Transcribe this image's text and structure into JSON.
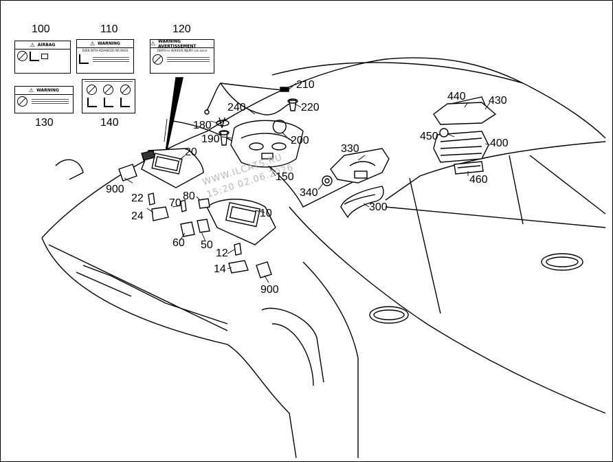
{
  "callouts": [
    {
      "id": "100",
      "label": "100"
    },
    {
      "id": "110",
      "label": "110"
    },
    {
      "id": "120",
      "label": "120"
    },
    {
      "id": "130",
      "label": "130"
    },
    {
      "id": "140",
      "label": "140"
    },
    {
      "id": "210",
      "label": "210"
    },
    {
      "id": "220",
      "label": "220"
    },
    {
      "id": "240",
      "label": "240"
    },
    {
      "id": "180",
      "label": "180"
    },
    {
      "id": "190",
      "label": "190"
    },
    {
      "id": "200",
      "label": "200"
    },
    {
      "id": "20",
      "label": "20"
    },
    {
      "id": "150",
      "label": "150"
    },
    {
      "id": "900a",
      "label": "900"
    },
    {
      "id": "22",
      "label": "22"
    },
    {
      "id": "24",
      "label": "24"
    },
    {
      "id": "70",
      "label": "70"
    },
    {
      "id": "80",
      "label": "80"
    },
    {
      "id": "10",
      "label": "10"
    },
    {
      "id": "60",
      "label": "60"
    },
    {
      "id": "50",
      "label": "50"
    },
    {
      "id": "12",
      "label": "12"
    },
    {
      "id": "14",
      "label": "14"
    },
    {
      "id": "900b",
      "label": "900"
    },
    {
      "id": "330",
      "label": "330"
    },
    {
      "id": "340",
      "label": "340"
    },
    {
      "id": "300",
      "label": "300"
    },
    {
      "id": "440",
      "label": "440"
    },
    {
      "id": "430",
      "label": "430"
    },
    {
      "id": "450",
      "label": "450"
    },
    {
      "id": "400",
      "label": "400"
    },
    {
      "id": "460",
      "label": "460"
    }
  ],
  "watermark": {
    "line1": "WWW.ILCATS.RU",
    "line2": "15:20 02.06.2026"
  },
  "labels": {
    "card100": {
      "title": "AIRBAG"
    },
    "card110": {
      "title": "WARNING",
      "subtitle": "EVEN WITH ADVANCED AIR BAGS"
    },
    "card120": {
      "title": "WARNING AVERTISSEMENT",
      "subtitle": "DEATH or SERIOUS INJURY can occur"
    },
    "card130": {
      "title": "WARNING"
    }
  }
}
